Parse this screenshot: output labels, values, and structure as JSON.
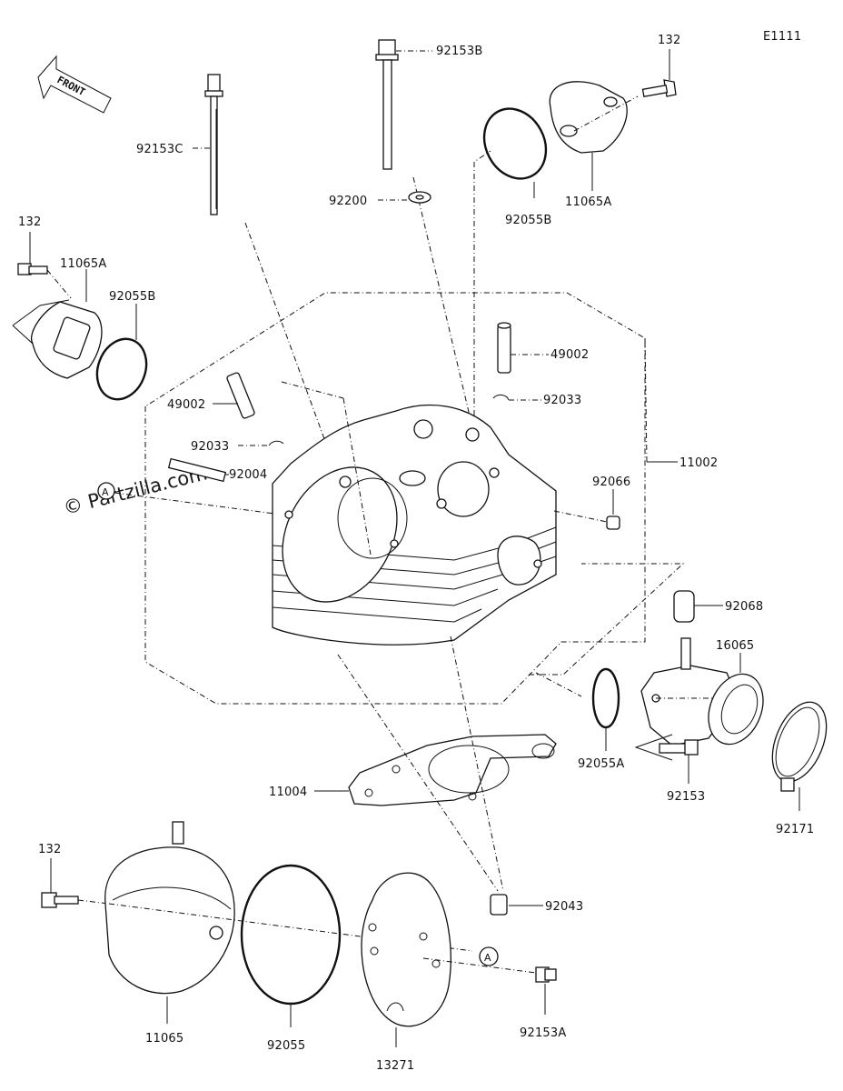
{
  "diagram_id": "E1111",
  "front_marker": "FRONT",
  "watermark": "© Partzilla.com",
  "ref_marker": "A",
  "labels": {
    "p92153B": "92153B",
    "p132_top": "132",
    "p92153C": "92153C",
    "p92200": "92200",
    "p92055B_top": "92055B",
    "p11065A_top": "11065A",
    "p132_left": "132",
    "p11065A_left": "11065A",
    "p92055B_left": "92055B",
    "p49002_right": "49002",
    "p92033_right": "92033",
    "p49002_left": "49002",
    "p92033_left": "92033",
    "p92004": "92004",
    "p11002": "11002",
    "p92066": "92066",
    "p92068": "92068",
    "p16065": "16065",
    "p92055A": "92055A",
    "p92153": "92153",
    "p92171": "92171",
    "p11004": "11004",
    "p132_bottom": "132",
    "p92043": "92043",
    "p92153A": "92153A",
    "p11065": "11065",
    "p92055": "92055",
    "p13271": "13271"
  }
}
